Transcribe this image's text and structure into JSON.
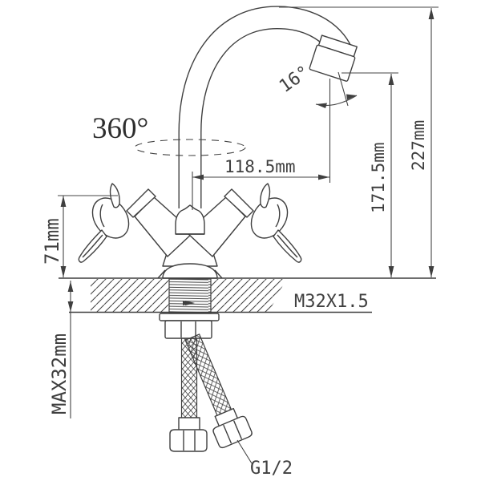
{
  "drawing": {
    "type": "faucet-installation-diagram",
    "colors": {
      "line": "#3f3f3f",
      "background": "#ffffff"
    },
    "annotations": {
      "swivel_angle": "360°",
      "aerator_angle": "16°",
      "spout_reach": "118.5mm",
      "spout_height": "171.5mm",
      "total_height": "227mm",
      "handle_height": "71mm",
      "max_deck_thickness": "MAX32mm",
      "mount_thread": "M32X1.5",
      "hose_thread": "G1/2"
    }
  }
}
